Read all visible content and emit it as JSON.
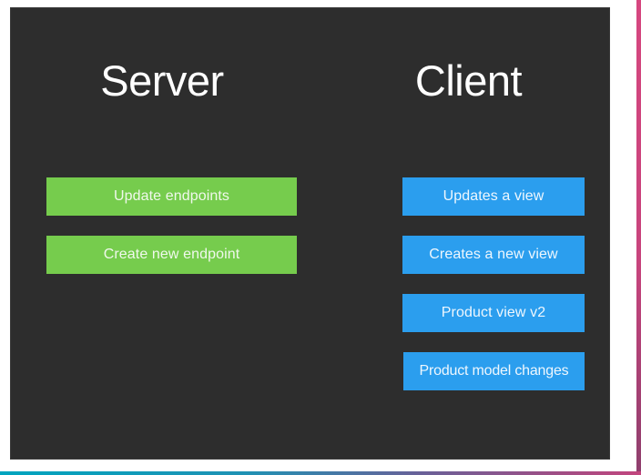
{
  "slide": {
    "background_color": "#2d2d2d",
    "frame_color": "#ffffff",
    "accent_right_color": "#c8447d",
    "accent_bottom_color": "#00a5bf"
  },
  "columns": [
    {
      "id": "server",
      "title": "Server",
      "node_color": "#76cc4d",
      "nodes": [
        {
          "label": "Update endpoints"
        },
        {
          "label": "Create new endpoint"
        }
      ]
    },
    {
      "id": "client",
      "title": "Client",
      "node_color": "#2b9eee",
      "nodes": [
        {
          "label": "Updates a view"
        },
        {
          "label": "Creates a new view"
        },
        {
          "label": "Product view v2"
        },
        {
          "label": "Product model changes"
        }
      ]
    }
  ]
}
